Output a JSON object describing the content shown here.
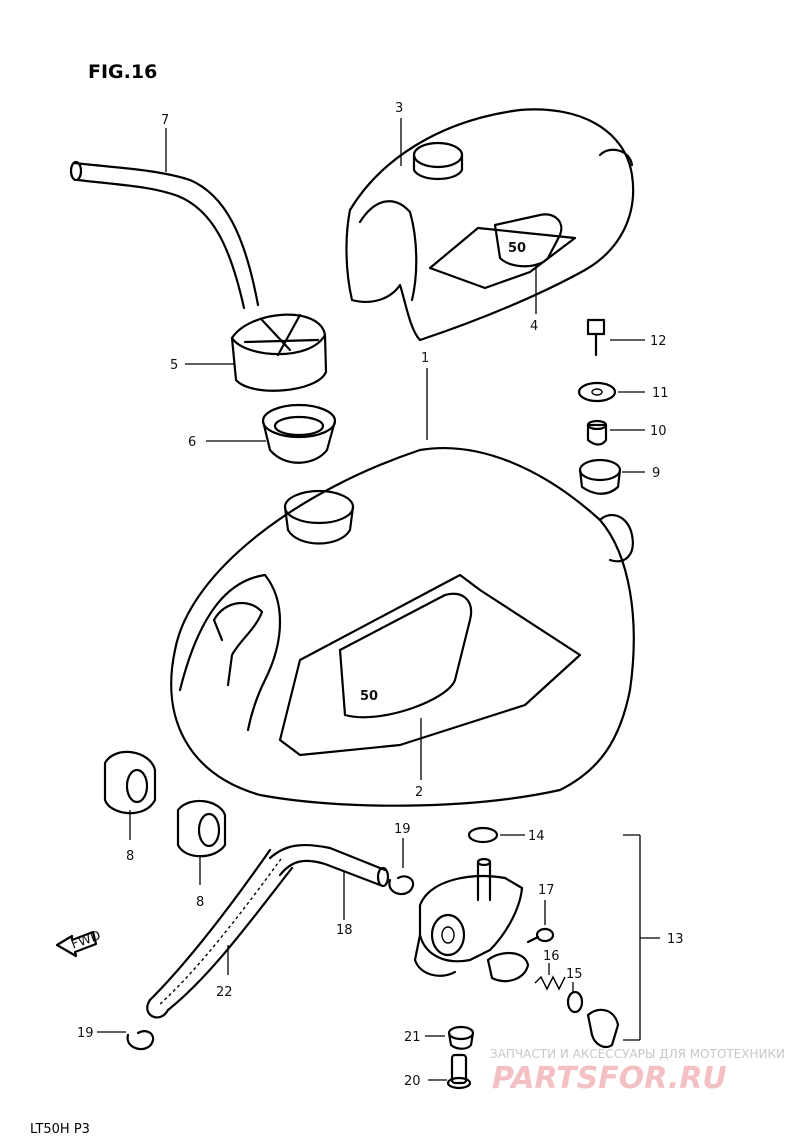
{
  "figure": {
    "title": "FIG.16",
    "footer": "LT50H P3"
  },
  "callouts": {
    "c1": "1",
    "c2": "2",
    "c3": "3",
    "c4": "4",
    "c5": "5",
    "c6": "6",
    "c7": "7",
    "c8a": "8",
    "c8b": "8",
    "c9": "9",
    "c10": "10",
    "c11": "11",
    "c12": "12",
    "c13": "13",
    "c14": "14",
    "c15": "15",
    "c16": "16",
    "c17": "17",
    "c18": "18",
    "c19a": "19",
    "c19b": "19",
    "c20": "20",
    "c21": "21",
    "c22": "22"
  },
  "tank": {
    "emblem": "50",
    "cover_emblem": "50"
  },
  "fwd_marker": "FWD",
  "watermark": {
    "line1": "ЗАПЧАСТИ И АКСЕССУАРЫ ДЛЯ МОТОТЕХНИКИ",
    "line2": "PARTSFOR.RU"
  }
}
